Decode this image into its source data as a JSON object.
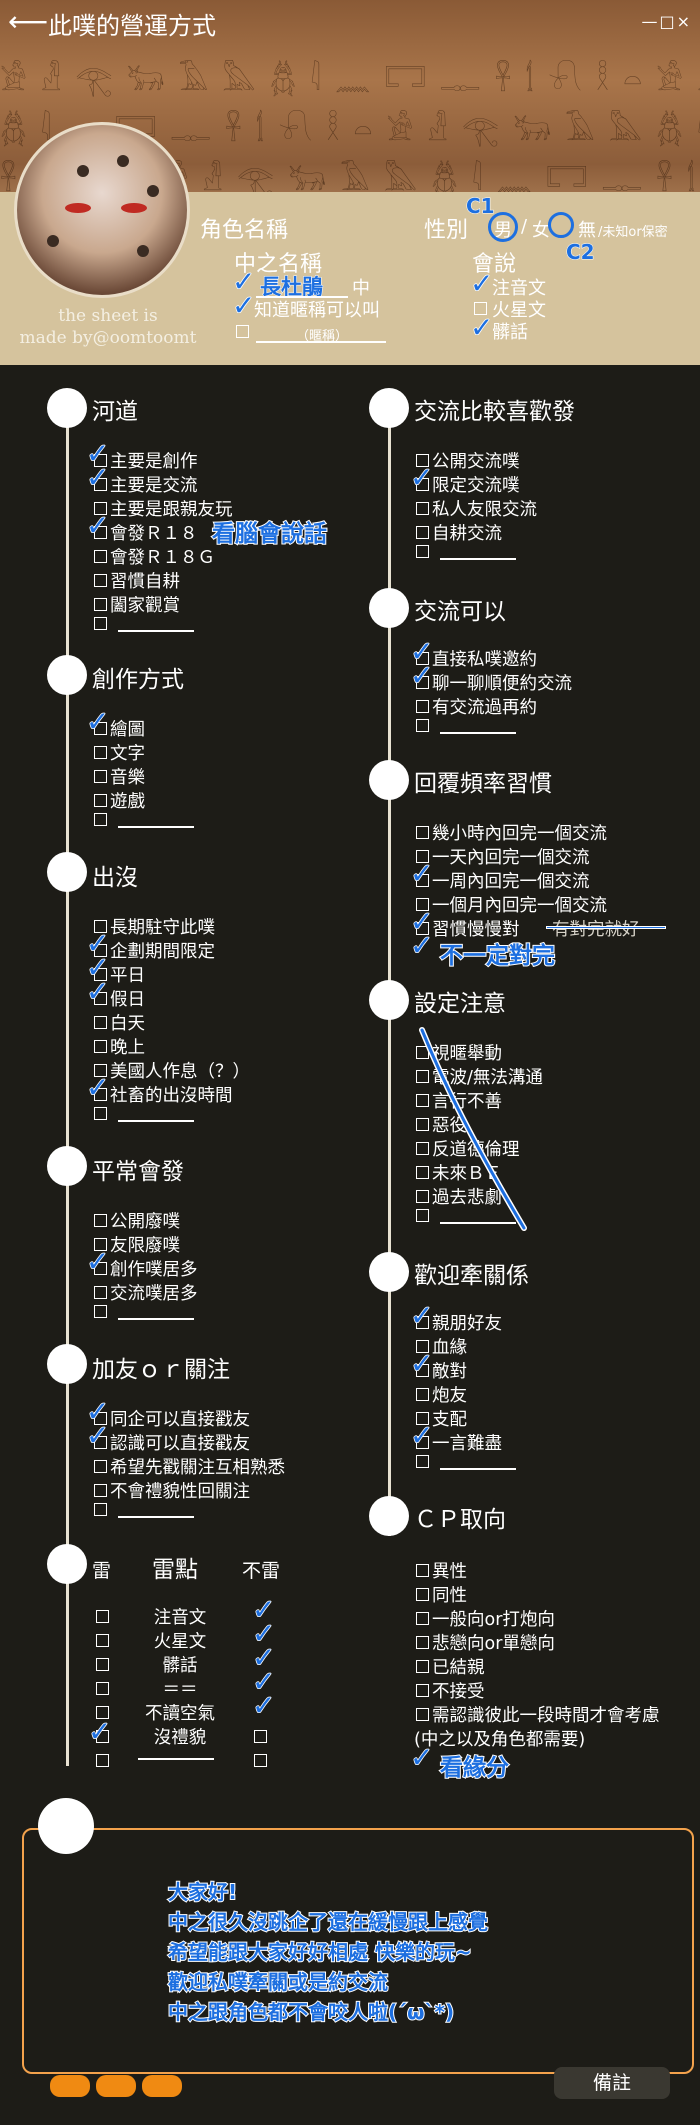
{
  "titlebar": {
    "title": "此噗的營運方式",
    "back_icon": "arrow-left-icon",
    "controls": "—□×"
  },
  "profile": {
    "credit_line1": "the sheet is",
    "credit_line2": "made by@oomtoomt",
    "role_name_label": "角色名稱",
    "gender_label": "性別",
    "gender_options": [
      "男",
      "女",
      "",
      "無",
      "/未知or保密"
    ],
    "gender_notes": [
      "C1",
      "C2"
    ],
    "operator_label": "中之名稱",
    "operator_options": [
      "長杜鵑",
      "中",
      "知道暱稱可以叫",
      "（暱稱）"
    ],
    "speak_label": "會說",
    "speak_options": [
      "注音文",
      "火星文",
      "髒話"
    ]
  },
  "sections": {
    "river": {
      "title": "河道",
      "items": [
        "主要是創作",
        "主要是交流",
        "主要是跟親友玩",
        "會發Ｒ１８",
        "會發Ｒ１８Ｇ",
        "習慣自耕",
        "闔家觀賞",
        ""
      ],
      "note": "看腦會說話"
    },
    "create": {
      "title": "創作方式",
      "items": [
        "繪圖",
        "文字",
        "音樂",
        "遊戲",
        ""
      ]
    },
    "presence": {
      "title": "出沒",
      "items": [
        "長期駐守此噗",
        "企劃期間限定",
        "平日",
        "假日",
        "白天",
        "晚上",
        "美國人作息（？）",
        "社畜的出沒時間",
        ""
      ]
    },
    "usually": {
      "title": "平常會發",
      "items": [
        "公開廢噗",
        "友限廢噗",
        "創作噗居多",
        "交流噗居多",
        ""
      ]
    },
    "follow": {
      "title": "加友ｏｒ關注",
      "items": [
        "同企可以直接戳友",
        "認識可以直接戳友",
        "希望先戳關注互相熟悉",
        "不會禮貌性回關注",
        ""
      ]
    },
    "mines": {
      "title_left": "雷",
      "title_mid": "雷點",
      "title_right": "不雷",
      "rows": [
        "注音文",
        "火星文",
        "髒話",
        "＝＝",
        "不讀空氣",
        "沒禮貌",
        ""
      ]
    },
    "prefer": {
      "title": "交流比較喜歡發",
      "items": [
        "公開交流噗",
        "限定交流噗",
        "私人友限交流",
        "自耕交流",
        ""
      ]
    },
    "can": {
      "title": "交流可以",
      "items": [
        "直接私噗邀約",
        "聊一聊順便約交流",
        "有交流過再約",
        ""
      ]
    },
    "reply": {
      "title": "回覆頻率習慣",
      "items": [
        "幾小時內回完一個交流",
        "一天內回完一個交流",
        "一周內回完一個交流",
        "一個月內回完一個交流",
        "習慣慢慢對",
        "不一定對完"
      ],
      "struck": "有對完就好"
    },
    "setting": {
      "title": "設定注意",
      "items": [
        "視暱舉動",
        "電波/無法溝通",
        "言行不善",
        "惡役",
        "反道德倫理",
        "未來ＢＥ",
        "過去悲劇",
        ""
      ]
    },
    "welcome": {
      "title": "歡迎牽關係",
      "items": [
        "親朋好友",
        "血緣",
        "敵對",
        "炮友",
        "支配",
        "一言難盡",
        ""
      ]
    },
    "cp": {
      "title": "ＣＰ取向",
      "items": [
        "異性",
        "同性",
        "一般向or打炮向",
        "悲戀向or單戀向",
        "已結親",
        "不接受",
        "需認識彼此一段時間才會考慮",
        "(中之以及角色都需要)",
        "看緣分"
      ]
    }
  },
  "message": {
    "lines": [
      "大家好!",
      "中之很久沒跳企了還在緩慢跟上感覺",
      "希望能跟大家好好相處 快樂的玩~",
      "歡迎私噗牽關或是約交流",
      "中之跟角色都不會咬人啦(´ω`*)"
    ]
  },
  "footer": {
    "note_button": "備註"
  },
  "colors": {
    "accent_blue": "#1d6fe0",
    "orange": "#f08a12",
    "bg": "#1d1c17"
  }
}
